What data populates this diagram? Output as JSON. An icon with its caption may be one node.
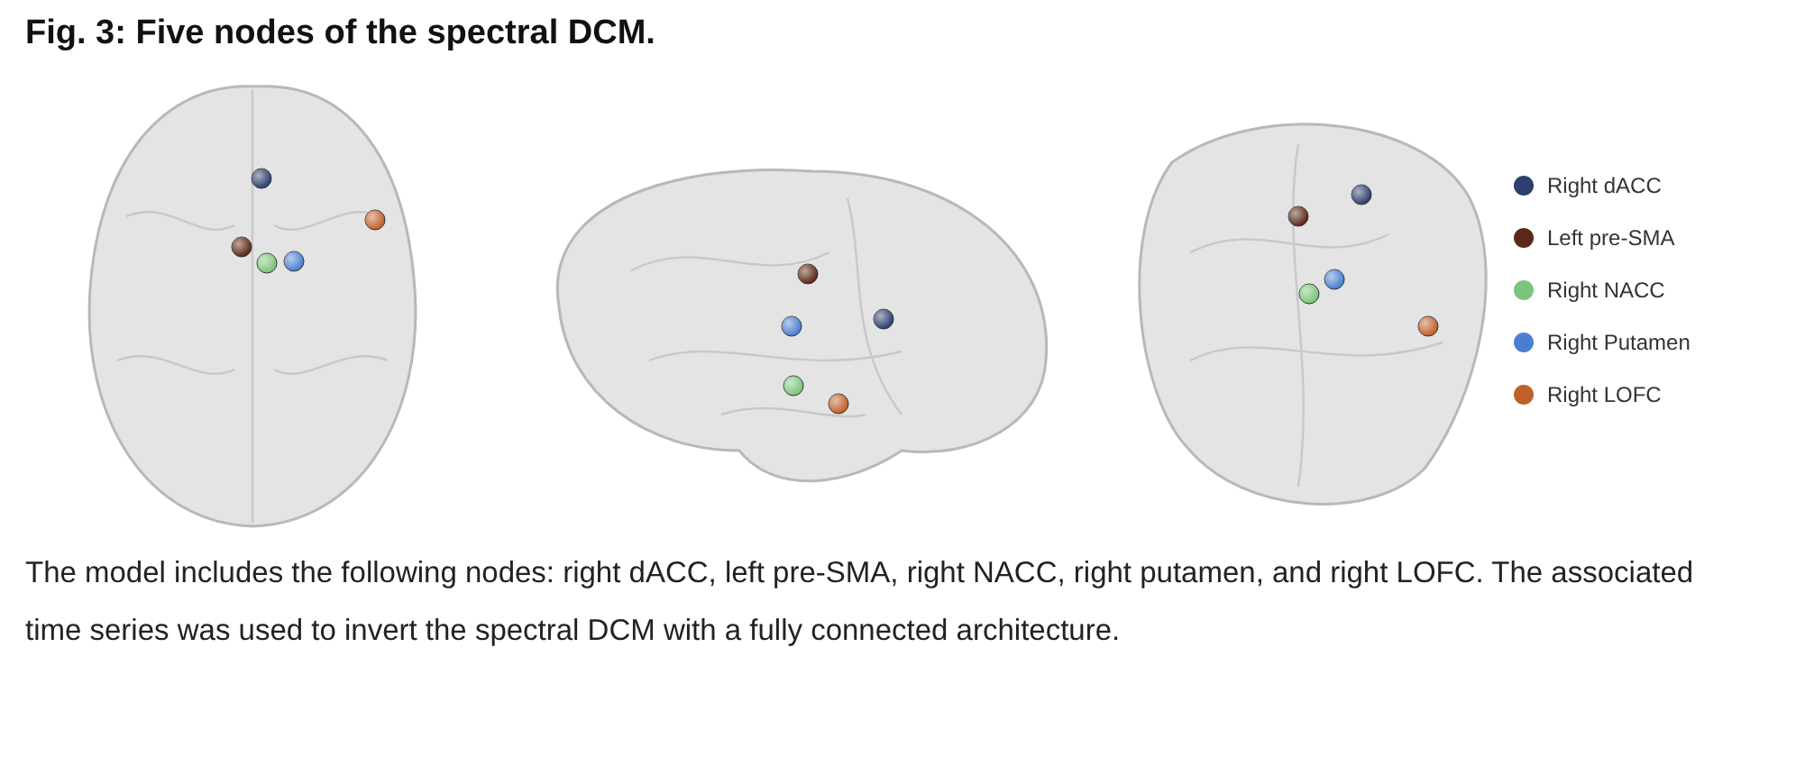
{
  "diagram": {
    "title": "Fig. 3: Five nodes of the spectral DCM.",
    "caption": "The model includes the following nodes: right dACC, left pre-SMA, right NACC, right putamen, and right LOFC. The associated time series was used to invert the spectral DCM with a fully connected architecture.",
    "legend": [
      {
        "text": "Right dACC",
        "color": "#2c3f6e"
      },
      {
        "text": "Left pre-SMA",
        "color": "#5a2818"
      },
      {
        "text": "Right NACC",
        "color": "#7cc47a"
      },
      {
        "text": "Right Putamen",
        "color": "#4a7fd0"
      },
      {
        "text": "Right LOFC",
        "color": "#c0602a"
      }
    ]
  }
}
